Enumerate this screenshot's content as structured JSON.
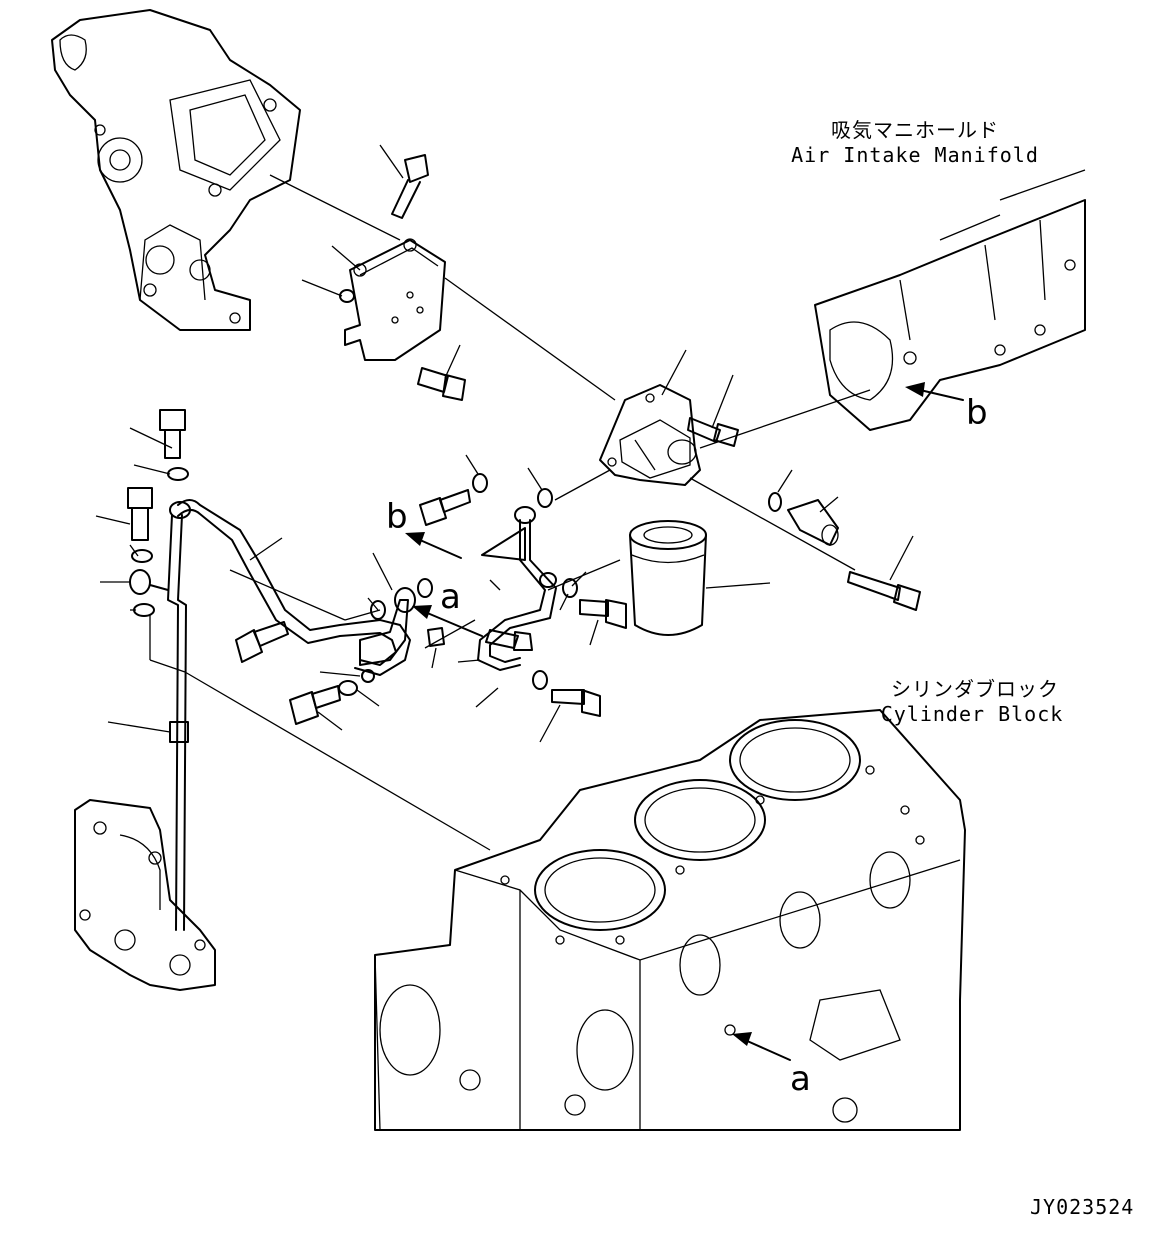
{
  "labels": {
    "air_intake_manifold_jp": "吸気マニホールド",
    "air_intake_manifold_en": "Air Intake Manifold",
    "cylinder_block_jp": "シリンダブロック",
    "cylinder_block_en": "Cylinder Block",
    "drawing_number": "JY023524"
  },
  "reference_marks": {
    "a_near_pipe": "a",
    "a_on_block": "a",
    "b_near_pipe": "b",
    "b_on_manifold": "b"
  },
  "icons": [
    "arrow-icon"
  ]
}
